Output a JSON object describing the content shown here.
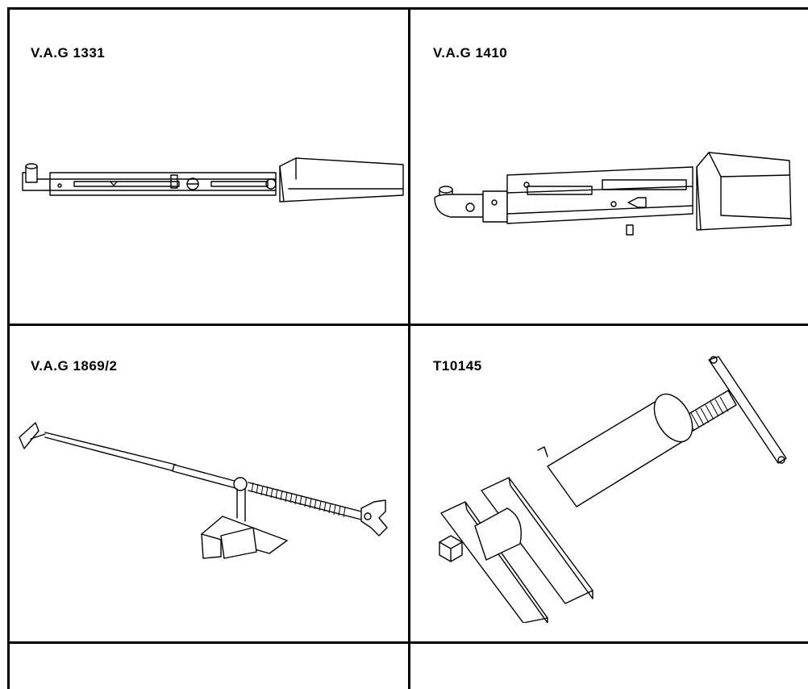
{
  "colors": {
    "background": "#ffffff",
    "ink": "#000000"
  },
  "cells": [
    {
      "label": "V.A.G 1331",
      "icon": "torque-wrench-icon"
    },
    {
      "label": "V.A.G 1410",
      "icon": "torque-wrench-large-icon"
    },
    {
      "label": "V.A.G 1869/2",
      "icon": "brake-pedal-depressor-icon"
    },
    {
      "label": "T10145",
      "icon": "piston-resetting-tool-icon"
    },
    {
      "label": ""
    },
    {
      "label": ""
    }
  ]
}
